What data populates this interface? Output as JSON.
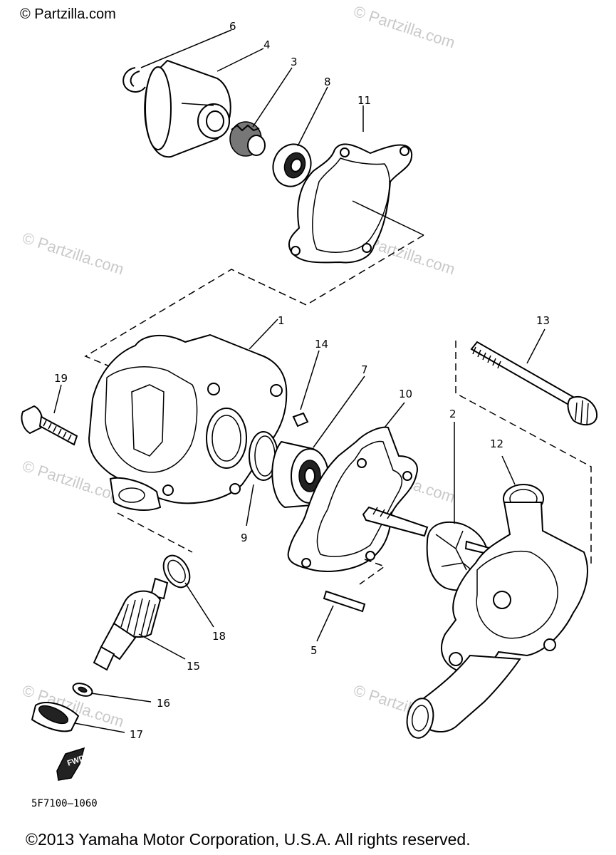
{
  "watermarks": {
    "top_left": "© Partzilla.com",
    "repeat": "© Partzilla.com"
  },
  "callouts": {
    "c1": "1",
    "c2": "2",
    "c3": "3",
    "c4": "4",
    "c5": "5",
    "c6": "6",
    "c7": "7",
    "c8": "8",
    "c9": "9",
    "c10": "10",
    "c11": "11",
    "c12": "12",
    "c13": "13",
    "c14": "14",
    "c15": "15",
    "c16": "16",
    "c17": "17",
    "c18": "18",
    "c19": "19"
  },
  "stamp": "FWD",
  "diagram_code": "5F7100—1060",
  "copyright": "©2013 Yamaha Motor Corporation, U.S.A. All rights reserved."
}
